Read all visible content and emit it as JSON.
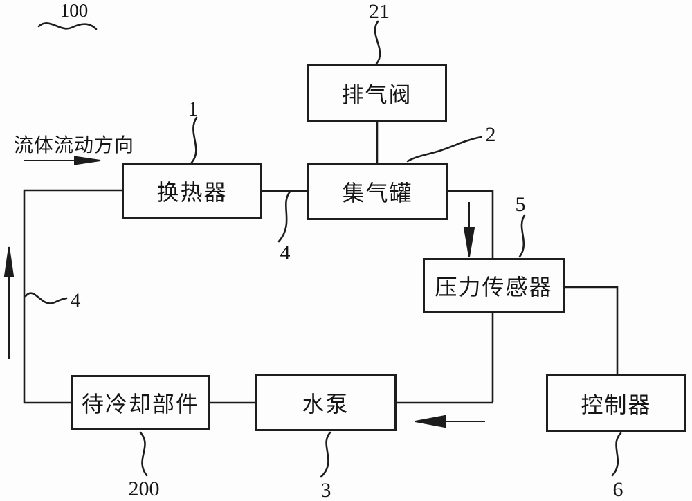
{
  "figure": {
    "number": "100",
    "flow_direction_text": "流体流动方向"
  },
  "boxes": {
    "exhaust_valve": {
      "label": "排气阀",
      "ref": "21"
    },
    "heat_exchanger": {
      "label": "换热器",
      "ref": "1"
    },
    "gas_collector": {
      "label": "集气罐",
      "ref": "2"
    },
    "pressure_sensor": {
      "label": "压力传感器",
      "ref": "5"
    },
    "component_to_cool": {
      "label": "待冷却部件",
      "ref": "200"
    },
    "water_pump": {
      "label": "水泵",
      "ref": "3"
    },
    "controller": {
      "label": "控制器",
      "ref": "6"
    }
  },
  "pipes": {
    "exchanger_to_collector_ref": "4",
    "left_loop_ref": "4"
  },
  "colors": {
    "ink": "#1c1c1c",
    "background": "#fdfdfd"
  }
}
